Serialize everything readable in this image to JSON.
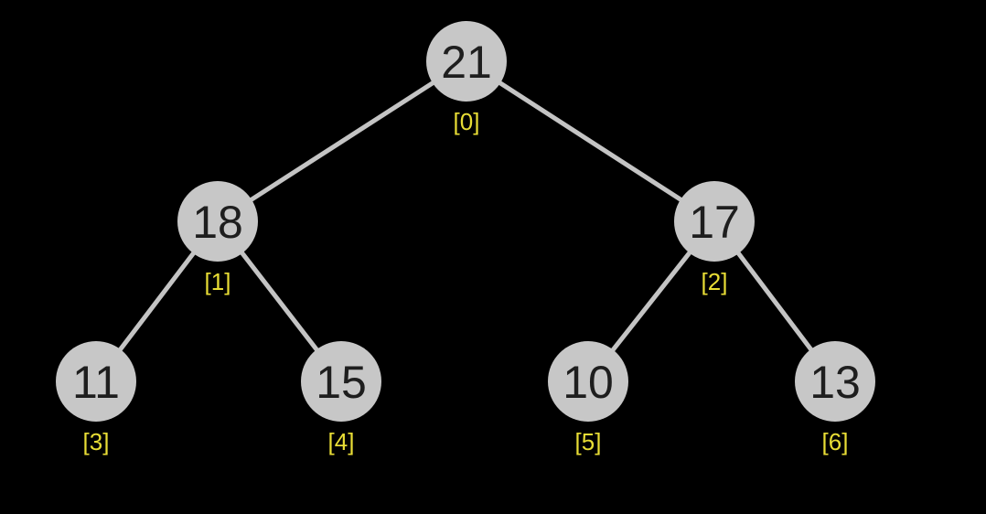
{
  "diagram": {
    "title": "binary-max-heap-array-visualization",
    "type": "binary-tree"
  },
  "colors": {
    "background": "#000000",
    "node_fill": "#c7c7c7",
    "node_text": "#1e1e1e",
    "edge": "#c4c4c4",
    "index_label": "#e8dd35"
  },
  "tree": {
    "nodes": [
      {
        "value": "21",
        "index_label": "[0]"
      },
      {
        "value": "18",
        "index_label": "[1]"
      },
      {
        "value": "17",
        "index_label": "[2]"
      },
      {
        "value": "11",
        "index_label": "[3]"
      },
      {
        "value": "15",
        "index_label": "[4]"
      },
      {
        "value": "10",
        "index_label": "[5]"
      },
      {
        "value": "13",
        "index_label": "[6]"
      }
    ],
    "edges": [
      {
        "from": 0,
        "to": 1
      },
      {
        "from": 0,
        "to": 2
      },
      {
        "from": 1,
        "to": 3
      },
      {
        "from": 1,
        "to": 4
      },
      {
        "from": 2,
        "to": 5
      },
      {
        "from": 2,
        "to": 6
      }
    ]
  }
}
